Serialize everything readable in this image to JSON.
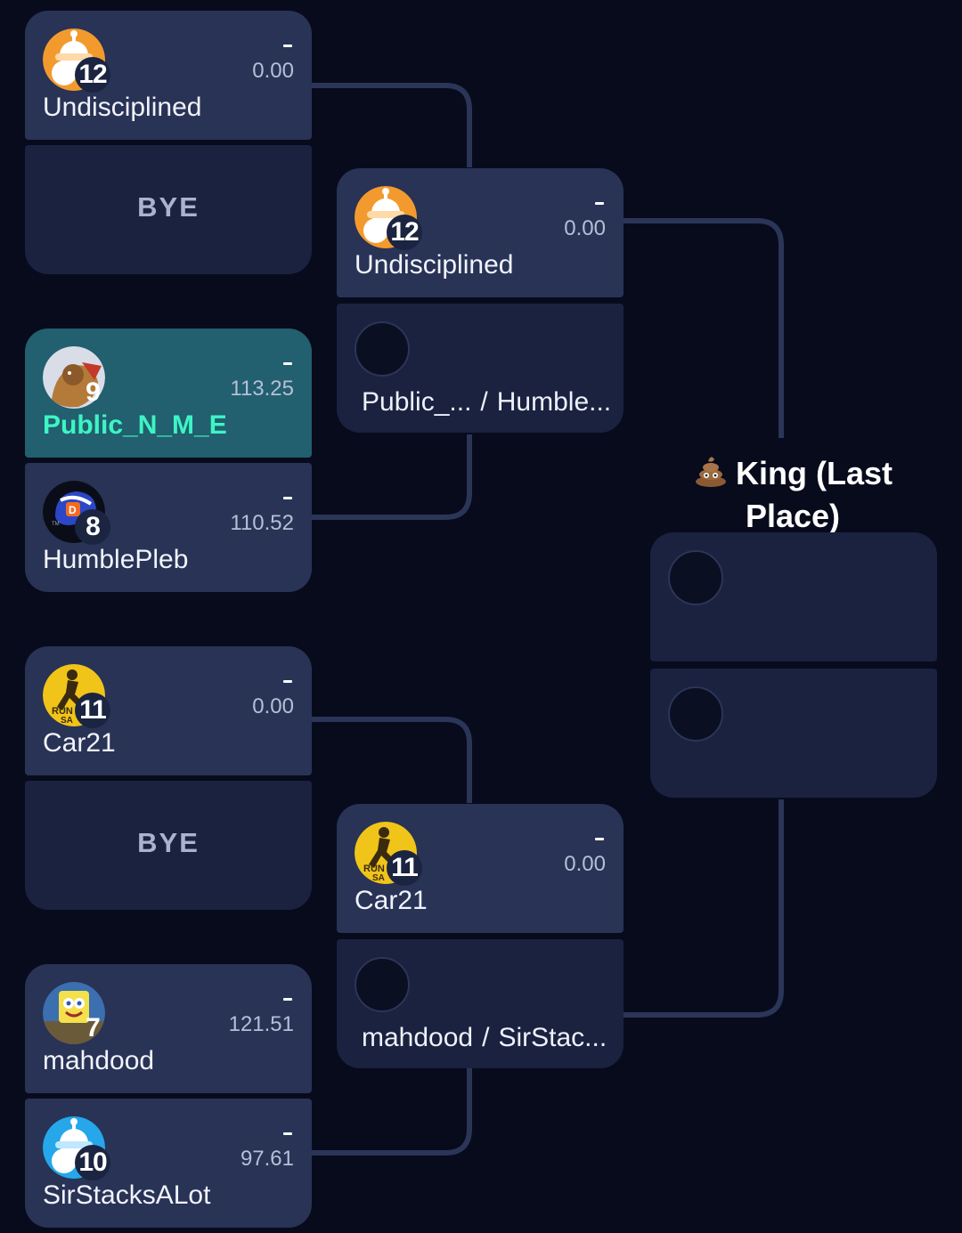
{
  "bracket_title": {
    "icon": "poop-emoji-icon",
    "text": "King (Last Place)"
  },
  "round1": [
    {
      "team": {
        "seed": "12",
        "name": "Undisciplined",
        "score": "0.00",
        "result": "-",
        "avatar": "orange-robot-avatar"
      },
      "opponent": {
        "bye_label": "BYE"
      }
    },
    {
      "team": {
        "seed": "9",
        "name": "Public_N_M_E",
        "score": "113.25",
        "result": "-",
        "avatar": "fighter-avatar",
        "winner": true
      },
      "opponent": {
        "seed": "8",
        "name": "HumblePleb",
        "score": "110.52",
        "result": "-",
        "avatar": "broncos-helmet-avatar"
      }
    },
    {
      "team": {
        "seed": "11",
        "name": "Car21",
        "score": "0.00",
        "result": "-",
        "avatar": "runner-yellow-avatar"
      },
      "opponent": {
        "bye_label": "BYE"
      }
    },
    {
      "team": {
        "seed": "7",
        "name": "mahdood",
        "score": "121.51",
        "result": "-",
        "avatar": "sponge-avatar"
      },
      "opponent": {
        "seed": "10",
        "name": "SirStacksALot",
        "score": "97.61",
        "result": "-",
        "avatar": "blue-robot-avatar"
      }
    }
  ],
  "round2": [
    {
      "team": {
        "seed": "12",
        "name": "Undisciplined",
        "score": "0.00",
        "result": "-",
        "avatar": "orange-robot-avatar"
      },
      "pending": {
        "left": "Public_...",
        "sep": "/",
        "right": "Humble..."
      }
    },
    {
      "team": {
        "seed": "11",
        "name": "Car21",
        "score": "0.00",
        "result": "-",
        "avatar": "runner-yellow-avatar"
      },
      "pending": {
        "left": "mahdood",
        "sep": "/",
        "right": "SirStac..."
      }
    }
  ],
  "colors": {
    "background": "#070b1c",
    "card": "#283356",
    "card_empty": "#1a2240",
    "winner_card": "#225f6f",
    "winner_text": "#3df5c4",
    "connector": "#2a3558"
  }
}
